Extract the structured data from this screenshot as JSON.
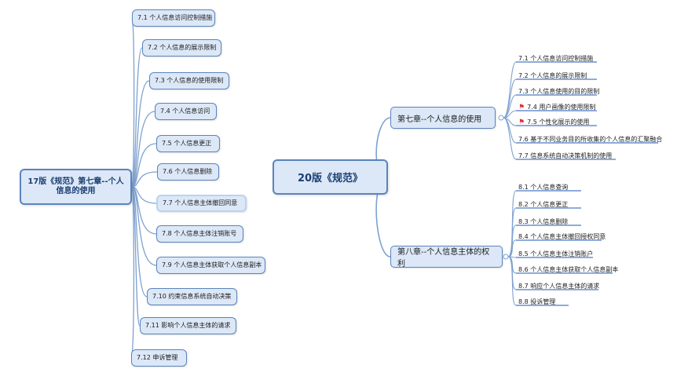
{
  "left_map": {
    "root": "17版《规范》第七章--个人信息的使用",
    "topics": [
      "7.1 个人信息访问控制措施",
      "7.2 个人信息的展示限制",
      "7.3 个人信息的使用限制",
      "7.4 个人信息访问",
      "7.5 个人信息更正",
      "7.6 个人信息删除",
      "7.7 个人信息主体撤回同意",
      "7.8 个人信息主体注销账号",
      "7.9 个人信息主体获取个人信息副本",
      "7.10 约束信息系统自动决策",
      "7.11 影响个人信息主体的请求",
      "7.12 申诉管理"
    ]
  },
  "right_map": {
    "root": "20版《规范》",
    "chapters": [
      {
        "label": "第七章--个人信息的使用",
        "items": [
          {
            "text": "7.1 个人信息访问控制措施",
            "flag": false
          },
          {
            "text": "7.2 个人信息的展示限制",
            "flag": false
          },
          {
            "text": "7.3 个人信息使用的目的限制",
            "flag": false
          },
          {
            "text": "7.4 用户画像的使用限制",
            "flag": true
          },
          {
            "text": "7.5 个性化展示的使用",
            "flag": true
          },
          {
            "text": "7.6 基于不同业务目的所收集的个人信息的汇聚融合",
            "flag": false
          },
          {
            "text": "7.7 信息系统自动决策机制的使用",
            "flag": false
          }
        ]
      },
      {
        "label": "第八章--个人信息主体的权利",
        "items": [
          {
            "text": "8.1 个人信息查询",
            "flag": false
          },
          {
            "text": "8.2 个人信息更正",
            "flag": false
          },
          {
            "text": "8.3 个人信息删除",
            "flag": false
          },
          {
            "text": "8.4 个人信息主体撤回授权同意",
            "flag": false
          },
          {
            "text": "8.5 个人信息主体注销账户",
            "flag": false
          },
          {
            "text": "8.6 个人信息主体获取个人信息副本",
            "flag": false
          },
          {
            "text": "8.7 响应个人信息主体的请求",
            "flag": false
          },
          {
            "text": "8.8 投诉管理",
            "flag": false
          }
        ]
      }
    ]
  },
  "colors": {
    "node_fill": "#dce8f7",
    "node_border": "#5b84bd",
    "connector": "#7fa1cf",
    "leaf_underline": "#4a7bc3",
    "flag": "#e03131"
  },
  "icons": {
    "priority_flag": "red-flag-icon"
  }
}
